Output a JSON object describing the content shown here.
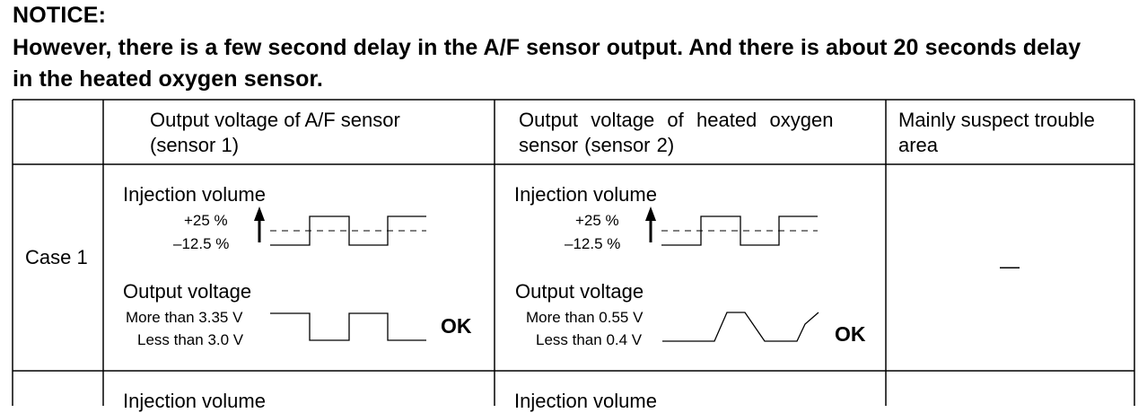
{
  "notice": {
    "title": "NOTICE:",
    "body_line1": "However, there is a few second delay in the A/F sensor output. And there is about 20 seconds delay",
    "body_line2": "in the heated oxygen sensor."
  },
  "table": {
    "headers": {
      "af_line1": "Output voltage of A/F sensor",
      "af_line2": "(sensor 1)",
      "ho_line1": "Output  voltage  of  heated  oxygen",
      "ho_line2": "sensor (sensor 2)",
      "trouble_line1": "Mainly suspect trouble",
      "trouble_line2": "area"
    },
    "rows": [
      {
        "case": "Case 1",
        "af": {
          "injection_title": "Injection volume",
          "inj_high": "+25 %",
          "inj_low": "–12.5 %",
          "output_title": "Output voltage",
          "out_high": "More than 3.35 V",
          "out_low": "Less than 3.0 V",
          "result": "OK"
        },
        "ho": {
          "injection_title": "Injection volume",
          "inj_high": "+25 %",
          "inj_low": "–12.5 %",
          "output_title": "Output voltage",
          "out_high": "More than 0.55 V",
          "out_low": "Less than 0.4 V",
          "result": "OK"
        },
        "trouble": "—"
      },
      {
        "af": {
          "injection_title": "Injection volume"
        },
        "ho": {
          "injection_title": "Injection volume"
        }
      }
    ]
  }
}
